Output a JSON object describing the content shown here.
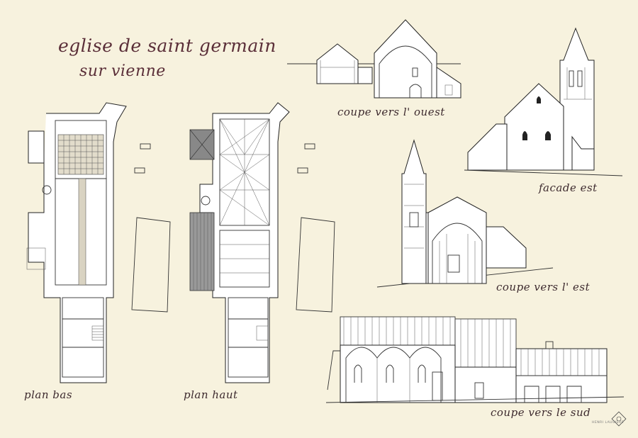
{
  "sheet": {
    "title_line1": "eglise de saint germain",
    "title_line2": "sur vienne",
    "captions": {
      "coupe_ouest": "coupe vers l' ouest",
      "facade_est": "facade est",
      "coupe_est": "coupe vers l' est",
      "coupe_sud": "coupe vers le sud",
      "plan_bas": "plan bas",
      "plan_haut": "plan haut"
    },
    "signature": "HENRI LAUGIERE",
    "colors": {
      "paper": "#f7f2de",
      "ink": "#333333",
      "title_ink": "#5a2e38"
    }
  }
}
